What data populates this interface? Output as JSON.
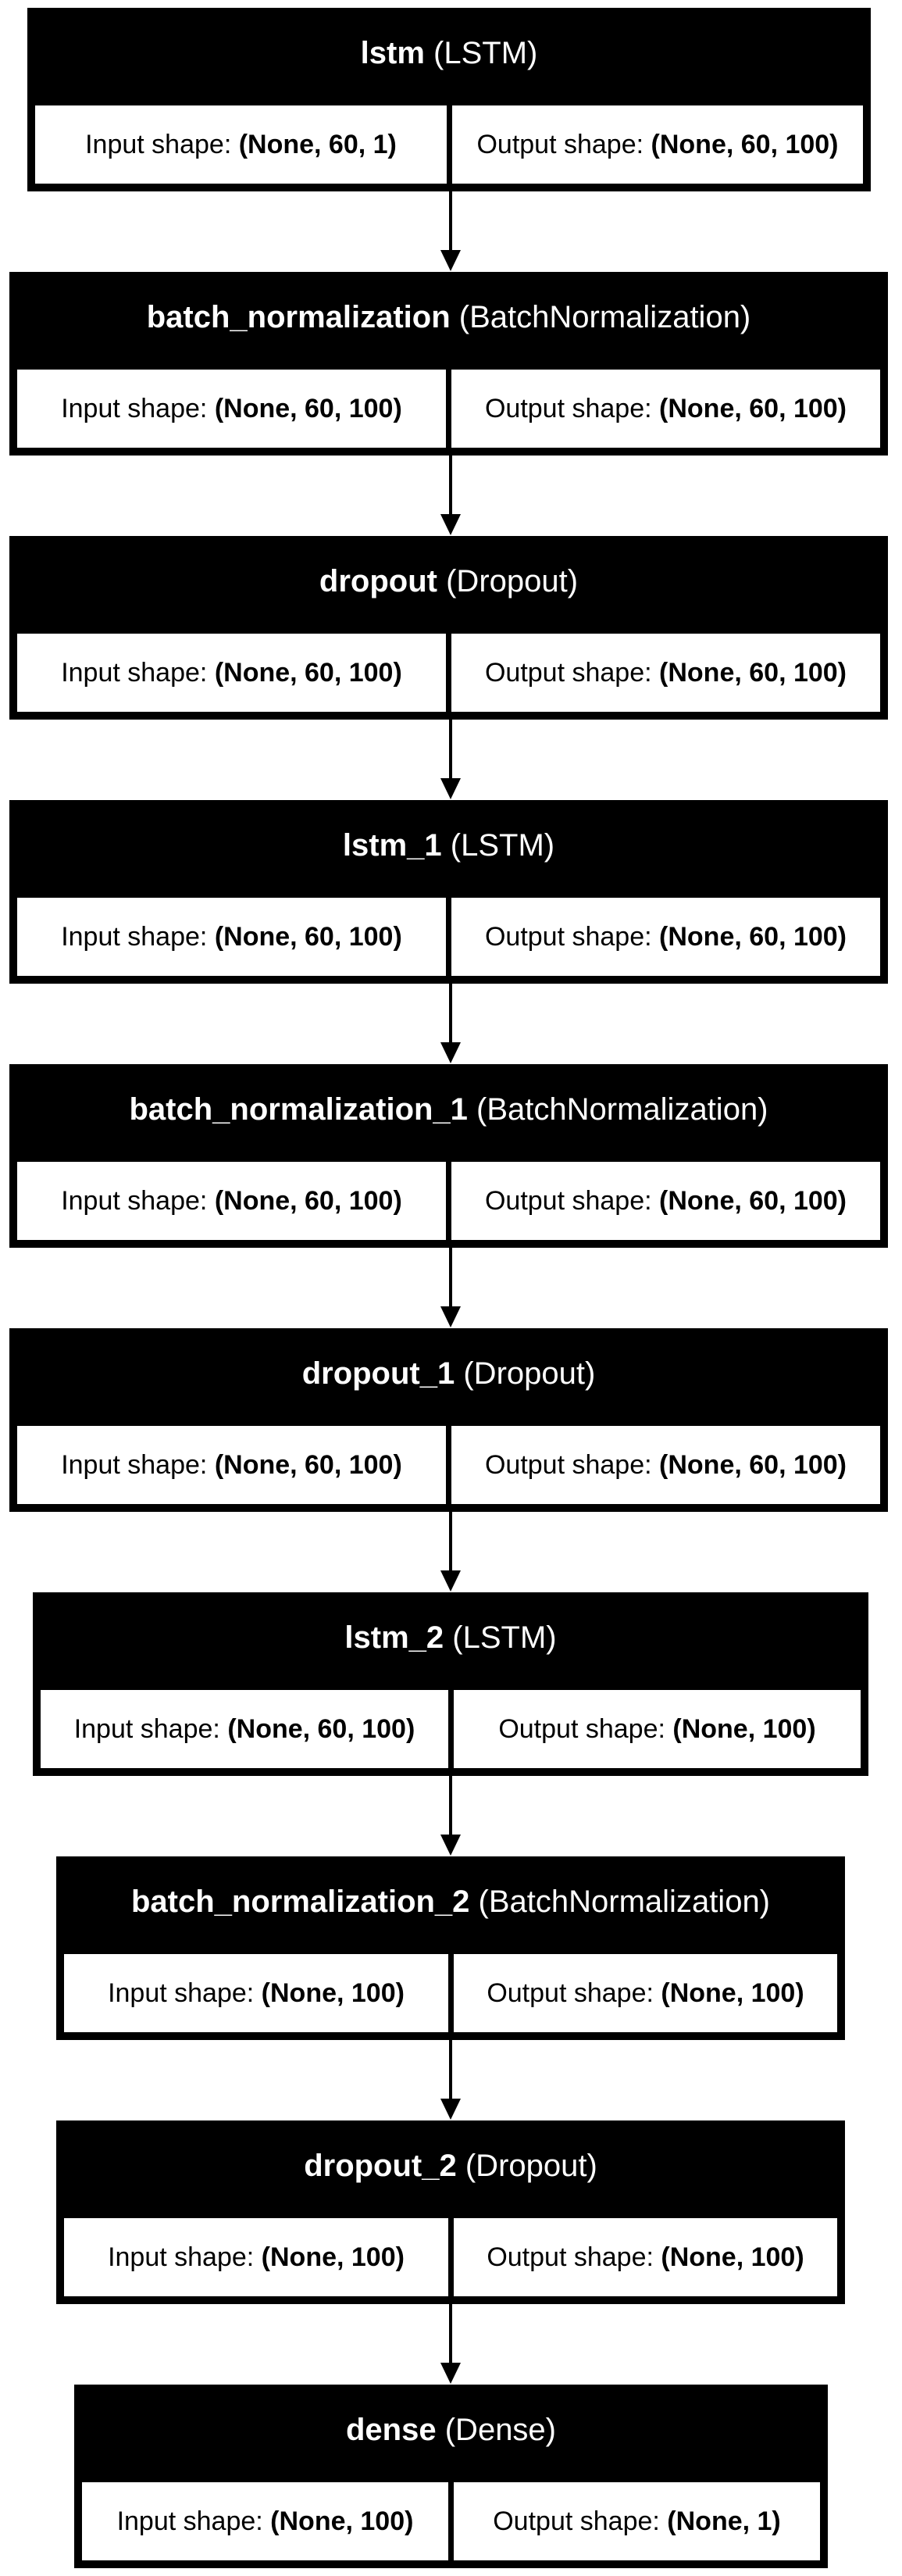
{
  "diagram": {
    "nodes": [
      {
        "name": "lstm",
        "cls": "(LSTM)",
        "in_label": "Input shape:",
        "in_shape": "(None, 60, 1)",
        "out_label": "Output shape:",
        "out_shape": "(None, 60, 100)"
      },
      {
        "name": "batch_normalization",
        "cls": "(BatchNormalization)",
        "in_label": "Input shape:",
        "in_shape": "(None, 60, 100)",
        "out_label": "Output shape:",
        "out_shape": "(None, 60, 100)"
      },
      {
        "name": "dropout",
        "cls": "(Dropout)",
        "in_label": "Input shape:",
        "in_shape": "(None, 60, 100)",
        "out_label": "Output shape:",
        "out_shape": "(None, 60, 100)"
      },
      {
        "name": "lstm_1",
        "cls": "(LSTM)",
        "in_label": "Input shape:",
        "in_shape": "(None, 60, 100)",
        "out_label": "Output shape:",
        "out_shape": "(None, 60, 100)"
      },
      {
        "name": "batch_normalization_1",
        "cls": "(BatchNormalization)",
        "in_label": "Input shape:",
        "in_shape": "(None, 60, 100)",
        "out_label": "Output shape:",
        "out_shape": "(None, 60, 100)"
      },
      {
        "name": "dropout_1",
        "cls": "(Dropout)",
        "in_label": "Input shape:",
        "in_shape": "(None, 60, 100)",
        "out_label": "Output shape:",
        "out_shape": "(None, 60, 100)"
      },
      {
        "name": "lstm_2",
        "cls": "(LSTM)",
        "in_label": "Input shape:",
        "in_shape": "(None, 60, 100)",
        "out_label": "Output shape:",
        "out_shape": "(None, 100)"
      },
      {
        "name": "batch_normalization_2",
        "cls": "(BatchNormalization)",
        "in_label": "Input shape:",
        "in_shape": "(None, 100)",
        "out_label": "Output shape:",
        "out_shape": "(None, 100)"
      },
      {
        "name": "dropout_2",
        "cls": "(Dropout)",
        "in_label": "Input shape:",
        "in_shape": "(None, 100)",
        "out_label": "Output shape:",
        "out_shape": "(None, 100)"
      },
      {
        "name": "dense",
        "cls": "(Dense)",
        "in_label": "Input shape:",
        "in_shape": "(None, 100)",
        "out_label": "Output shape:",
        "out_shape": "(None, 1)"
      }
    ],
    "colors": {
      "node_fill": "#000000",
      "cell_fill": "#ffffff",
      "edge": "#000000"
    }
  }
}
